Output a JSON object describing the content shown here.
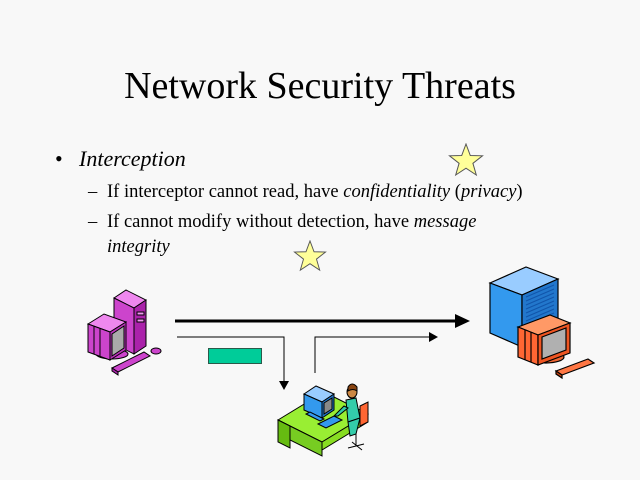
{
  "slide": {
    "title": "Network Security Threats",
    "bullets": [
      {
        "marker": "•",
        "label": "Interception",
        "sub_items": [
          {
            "marker": "–",
            "parts": [
              "If interceptor cannot read, have ",
              "confidentiality",
              " (",
              "privacy",
              ")"
            ]
          },
          {
            "marker": "–",
            "parts": [
              "If cannot modify without detection, have ",
              "message"
            ],
            "continuation": "integrity"
          }
        ]
      }
    ]
  },
  "diagram": {
    "sender": "sender-computer",
    "receiver": "receiver-server",
    "interceptor": "interceptor-workstation",
    "colors": {
      "sender": "#cc44cc",
      "server": "#3399ee",
      "receiver_monitor": "#ff6633",
      "desk": "#99ee33",
      "message_packet": "#00cc99",
      "star": "#ffff99",
      "background": "#f8f8f8"
    }
  }
}
